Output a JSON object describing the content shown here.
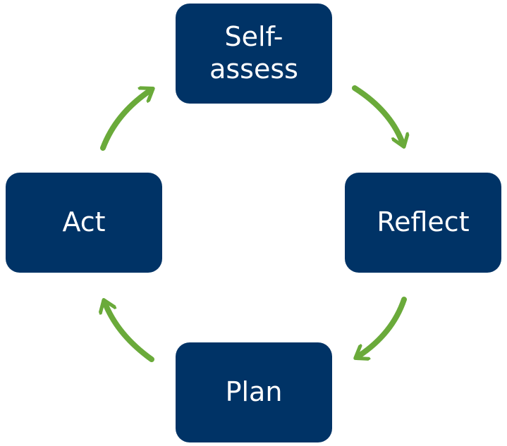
{
  "diagram": {
    "steps": [
      {
        "id": "self-assess",
        "label": "Self-\nassess"
      },
      {
        "id": "reflect",
        "label": "Reflect"
      },
      {
        "id": "plan",
        "label": "Plan"
      },
      {
        "id": "act",
        "label": "Act"
      }
    ],
    "colors": {
      "box": "#003366",
      "text": "#ffffff",
      "arrow": "#6aaa3a"
    }
  }
}
